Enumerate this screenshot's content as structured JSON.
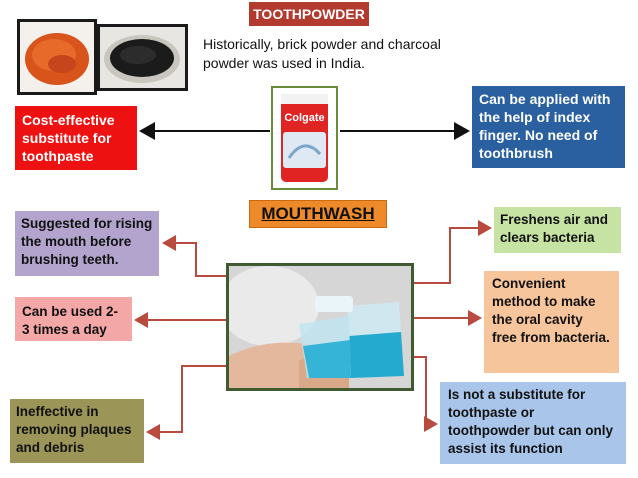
{
  "toothpowder": {
    "title": "TOOTHPOWDER",
    "history": "Historically, brick powder and charcoal powder was used in India.",
    "left_box": "Cost-effective substitute for toothpaste",
    "right_box": "Can be applied with the help of index finger. No need of toothbrush",
    "product_brand": "Colgate"
  },
  "mouthwash": {
    "title": "MOUTHWASH",
    "items": [
      "Suggested for rising the mouth before brushing teeth.",
      "Can be used 2-3 times a day",
      "Ineffective in removing plaques and debris",
      "Freshens air and clears bacteria",
      "Convenient method to make the oral cavity free from bacteria.",
      "Is not a substitute for toothpaste or toothpowder but can only assist its function"
    ]
  },
  "colors": {
    "arrow": "#b84a3e",
    "title_bg": "#b23a2e",
    "mouthwash_bg": "#ef8a2a"
  }
}
